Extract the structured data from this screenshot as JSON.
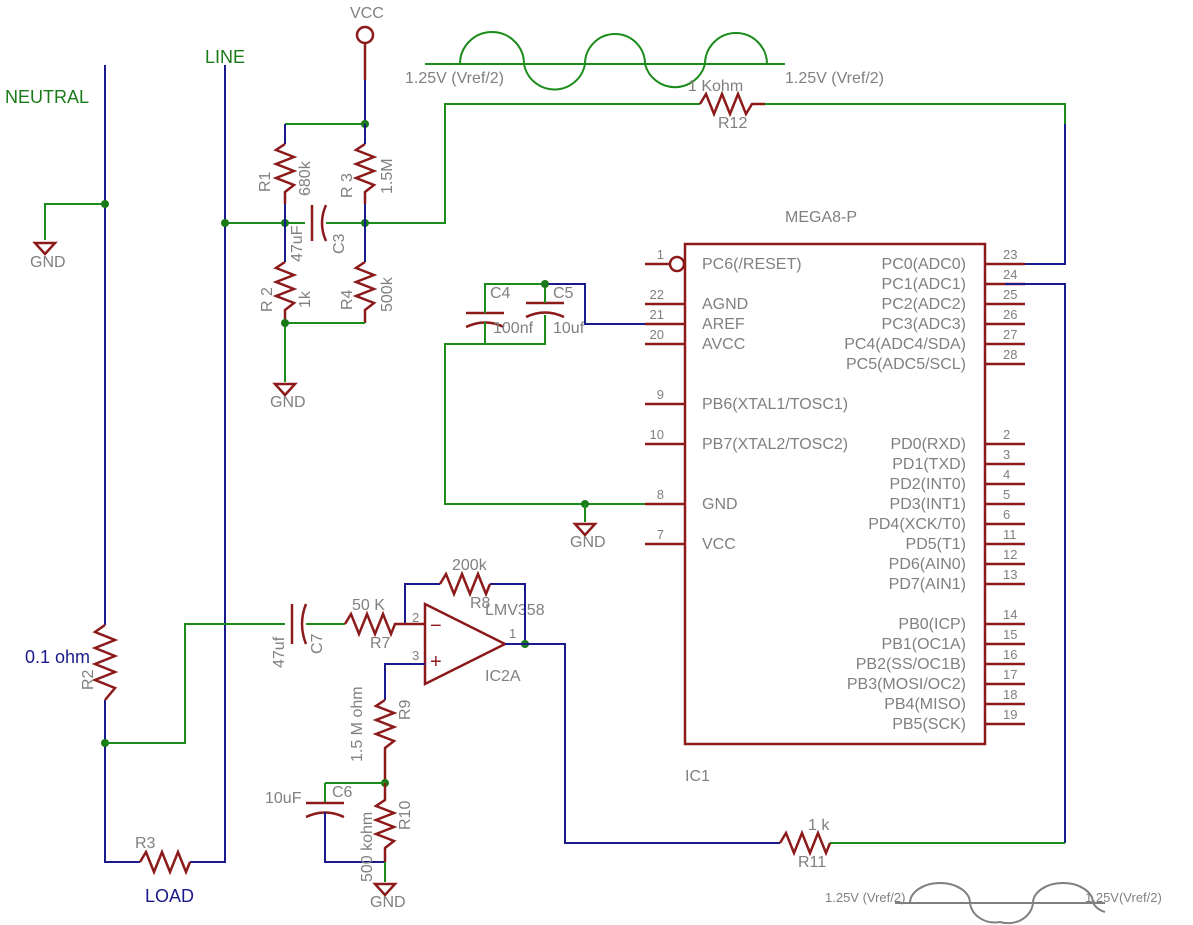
{
  "power": {
    "vcc": "VCC",
    "gnd": "GND"
  },
  "rails": {
    "neutral": "NEUTRAL",
    "line": "LINE",
    "load": "LOAD"
  },
  "components": {
    "r1": {
      "name": "R1",
      "value": "680k"
    },
    "r2top": {
      "name": "R 2",
      "value": "1k"
    },
    "r3top": {
      "name": "R 3",
      "value": "1.5M"
    },
    "r4": {
      "name": "R4",
      "value": "500k"
    },
    "c3": {
      "name": "C3",
      "value": "47uF"
    },
    "c4": {
      "name": "C4",
      "value": "100nf"
    },
    "c5": {
      "name": "C5",
      "value": "10uf"
    },
    "c6": {
      "name": "C6",
      "value": "10uF"
    },
    "c7": {
      "name": "C7",
      "value": "47uf"
    },
    "r2shunt": {
      "name": "R2",
      "value": "0.1 ohm"
    },
    "r3load": {
      "name": "R3"
    },
    "r7": {
      "name": "R7",
      "value": "50 K"
    },
    "r8": {
      "name": "R8",
      "value": "200k"
    },
    "r9": {
      "name": "R9",
      "value": "1.5 M ohm"
    },
    "r10": {
      "name": "R10",
      "value": "500 kohm"
    },
    "r11": {
      "name": "R11",
      "value": "1 k"
    },
    "r12": {
      "name": "R12",
      "value": "1 Kohm"
    },
    "opamp": {
      "part": "LMV358",
      "name": "IC2A",
      "pin_minus": "2",
      "pin_plus": "3",
      "pin_out": "1"
    }
  },
  "waveforms": {
    "top_left": "1.25V (Vref/2)",
    "top_right": "1.25V (Vref/2)",
    "bottom_left": "1.25V (Vref/2)",
    "bottom_right": "1.25V(Vref/2)"
  },
  "mcu": {
    "part": "MEGA8-P",
    "ref": "IC1",
    "left_pins": [
      {
        "num": "1",
        "label": "PC6(/RESET)"
      },
      {
        "num": "22",
        "label": "AGND"
      },
      {
        "num": "21",
        "label": "AREF"
      },
      {
        "num": "20",
        "label": "AVCC"
      },
      {
        "num": "9",
        "label": "PB6(XTAL1/TOSC1)"
      },
      {
        "num": "10",
        "label": "PB7(XTAL2/TOSC2)"
      },
      {
        "num": "8",
        "label": "GND"
      },
      {
        "num": "7",
        "label": "VCC"
      }
    ],
    "right_pins": [
      {
        "num": "23",
        "label": "PC0(ADC0)"
      },
      {
        "num": "24",
        "label": "PC1(ADC1)"
      },
      {
        "num": "25",
        "label": "PC2(ADC2)"
      },
      {
        "num": "26",
        "label": "PC3(ADC3)"
      },
      {
        "num": "27",
        "label": "PC4(ADC4/SDA)"
      },
      {
        "num": "28",
        "label": "PC5(ADC5/SCL)"
      },
      {
        "num": "2",
        "label": "PD0(RXD)"
      },
      {
        "num": "3",
        "label": "PD1(TXD)"
      },
      {
        "num": "4",
        "label": "PD2(INT0)"
      },
      {
        "num": "5",
        "label": "PD3(INT1)"
      },
      {
        "num": "6",
        "label": "PD4(XCK/T0)"
      },
      {
        "num": "11",
        "label": "PD5(T1)"
      },
      {
        "num": "12",
        "label": "PD6(AIN0)"
      },
      {
        "num": "13",
        "label": "PD7(AIN1)"
      },
      {
        "num": "14",
        "label": "PB0(ICP)"
      },
      {
        "num": "15",
        "label": "PB1(OC1A)"
      },
      {
        "num": "16",
        "label": "PB2(SS/OC1B)"
      },
      {
        "num": "17",
        "label": "PB3(MOSI/OC2)"
      },
      {
        "num": "18",
        "label": "PB4(MISO)"
      },
      {
        "num": "19",
        "label": "PB5(SCK)"
      }
    ]
  }
}
